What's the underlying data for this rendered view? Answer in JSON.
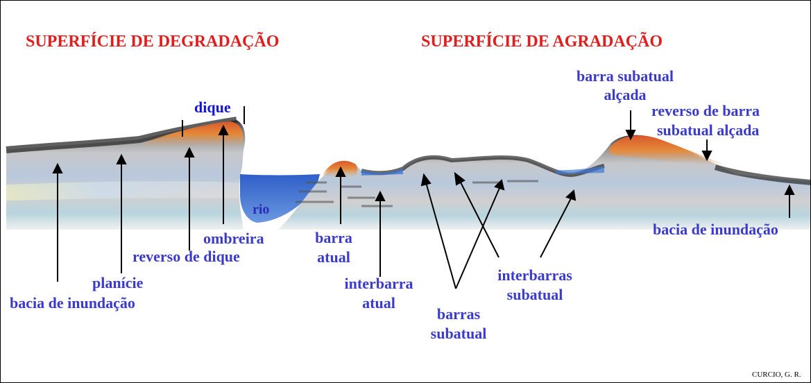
{
  "titles": {
    "left": "SUPERFÍCIE DE DEGRADAÇÃO",
    "right": "SUPERFÍCIE DE AGRADAÇÃO"
  },
  "labels": {
    "dique": "dique",
    "rio": "rio",
    "ombreira": "ombreira",
    "reverso_de_dique": "reverso de dique",
    "planicie": "planície",
    "bacia_left": "bacia de inundação",
    "barra_atual_1": "barra",
    "barra_atual_2": "atual",
    "interbarra_atual_1": "interbarra",
    "interbarra_atual_2": "atual",
    "barras_subatual_1": "barras",
    "barras_subatual_2": "subatual",
    "interbarras_subatual_1": "interbarras",
    "interbarras_subatual_2": "subatual",
    "barra_subatual_alcada_1": "barra subatual",
    "barra_subatual_alcada_2": "alçada",
    "reverso_barra_1": "reverso de barra",
    "reverso_barra_2": "subatual alçada",
    "bacia_right": "bacia de inundação"
  },
  "credit": "CURCIO, G. R.",
  "colors": {
    "title_red": "#e21d1d",
    "label_blue": "#3a3acb",
    "dique_blue": "#1515d8",
    "water": "#3f78d6"
  }
}
